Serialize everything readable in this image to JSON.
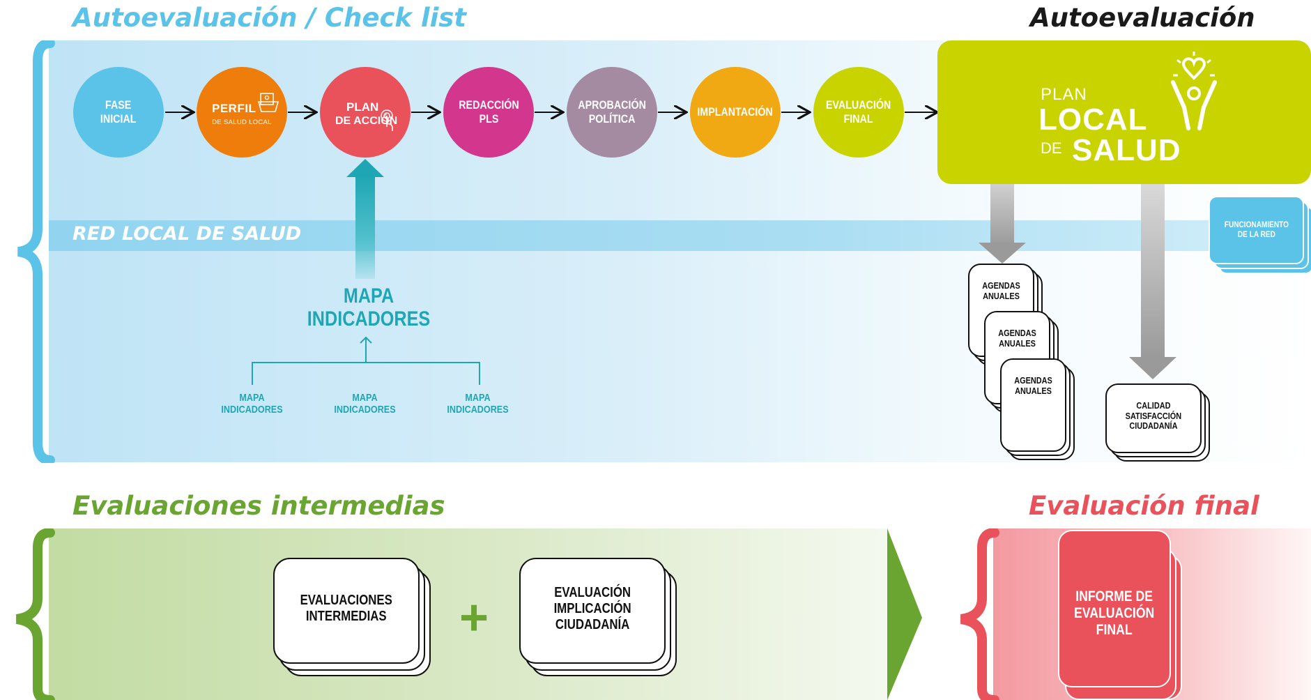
{
  "headers": {
    "top_left": "Autoevaluación / Check list",
    "top_right": "Autoevaluación",
    "bottom_left": "Evaluaciones intermedias",
    "bottom_right": "Evaluación final"
  },
  "colors": {
    "blue": "#5bc3e8",
    "orange": "#ef7d0c",
    "red": "#e9525a",
    "magenta": "#d3368d",
    "mauve": "#a58ba1",
    "amber": "#f0a813",
    "lime": "#c8d300",
    "teal": "#1fa6b4",
    "green": "#6aa532",
    "pink_red": "#e9525a"
  },
  "phases": [
    {
      "label": "FASE\nINICIAL"
    },
    {
      "label": "PERFIL",
      "sub": "DE SALUD LOCAL"
    },
    {
      "label": "PLAN",
      "sub": "DE ACCIÓN"
    },
    {
      "label": "REDACCIÓN\nPLS"
    },
    {
      "label": "APROBACIÓN\nPOLÍTICA"
    },
    {
      "label": "IMPLANTACIÓN"
    },
    {
      "label": "EVALUACIÓN\nFINAL"
    }
  ],
  "plan_logo": {
    "line1": "PLAN",
    "line2": "LOCAL",
    "line3_prefix": "DE",
    "line3": "SALUD"
  },
  "red_band": "RED LOCAL DE SALUD",
  "funcionamiento": "FUNCIONAMIENTO\nDE LA RED",
  "mapa": {
    "title": "MAPA\nINDICADORES",
    "children": [
      "MAPA\nINDICADORES",
      "MAPA\nINDICADORES",
      "MAPA\nINDICADORES"
    ]
  },
  "agendas": [
    "AGENDAS\nANUALES",
    "AGENDAS\nANUALES",
    "AGENDAS\nANUALES"
  ],
  "calidad": "CALIDAD\nSATISFACCIÓN\nCIUDADANÍA",
  "intermedias": {
    "card1": "EVALUACIONES\nINTERMEDIAS",
    "plus": "+",
    "card2": "EVALUACIÓN\nIMPLICACIÓN\nCIUDADANÍA"
  },
  "informe": "INFORME DE\nEVALUACIÓN\nFINAL"
}
